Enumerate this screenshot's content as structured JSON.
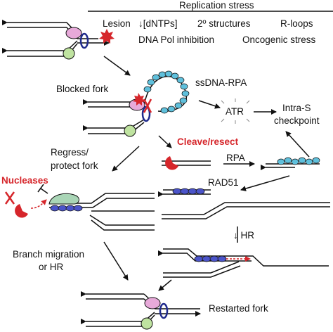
{
  "header": {
    "title": "Replication stress",
    "stresses": [
      "Lesion",
      "↓[dNTPs]",
      "2º structures",
      "R-loops",
      "DNA Pol inhibition",
      "Oncogenic stress"
    ]
  },
  "labels": {
    "blocked_fork": "Blocked fork",
    "ssdna_rpa": "ssDNA-RPA",
    "atr": "ATR",
    "intra_s_line1": "Intra-S",
    "intra_s_line2": "checkpoint",
    "cleave_resect": "Cleave/resect",
    "regress_line1": "Regress/",
    "regress_line2": "protect fork",
    "rpa": "RPA",
    "rad51": "RAD51",
    "nucleases": "Nucleases",
    "hr": "↓ HR",
    "branch_line1": "Branch migration",
    "branch_line2": "or HR",
    "restarted_fork": "Restarted fork"
  },
  "colors": {
    "red": "#d6262b",
    "pink": "#e7a9d9",
    "green": "#bfe3a0",
    "navy": "#1f2a8c",
    "rpa_cyan": "#5fc0dc",
    "rad51_blue": "#4b54c9",
    "protein_green": "#a9d5b6"
  }
}
